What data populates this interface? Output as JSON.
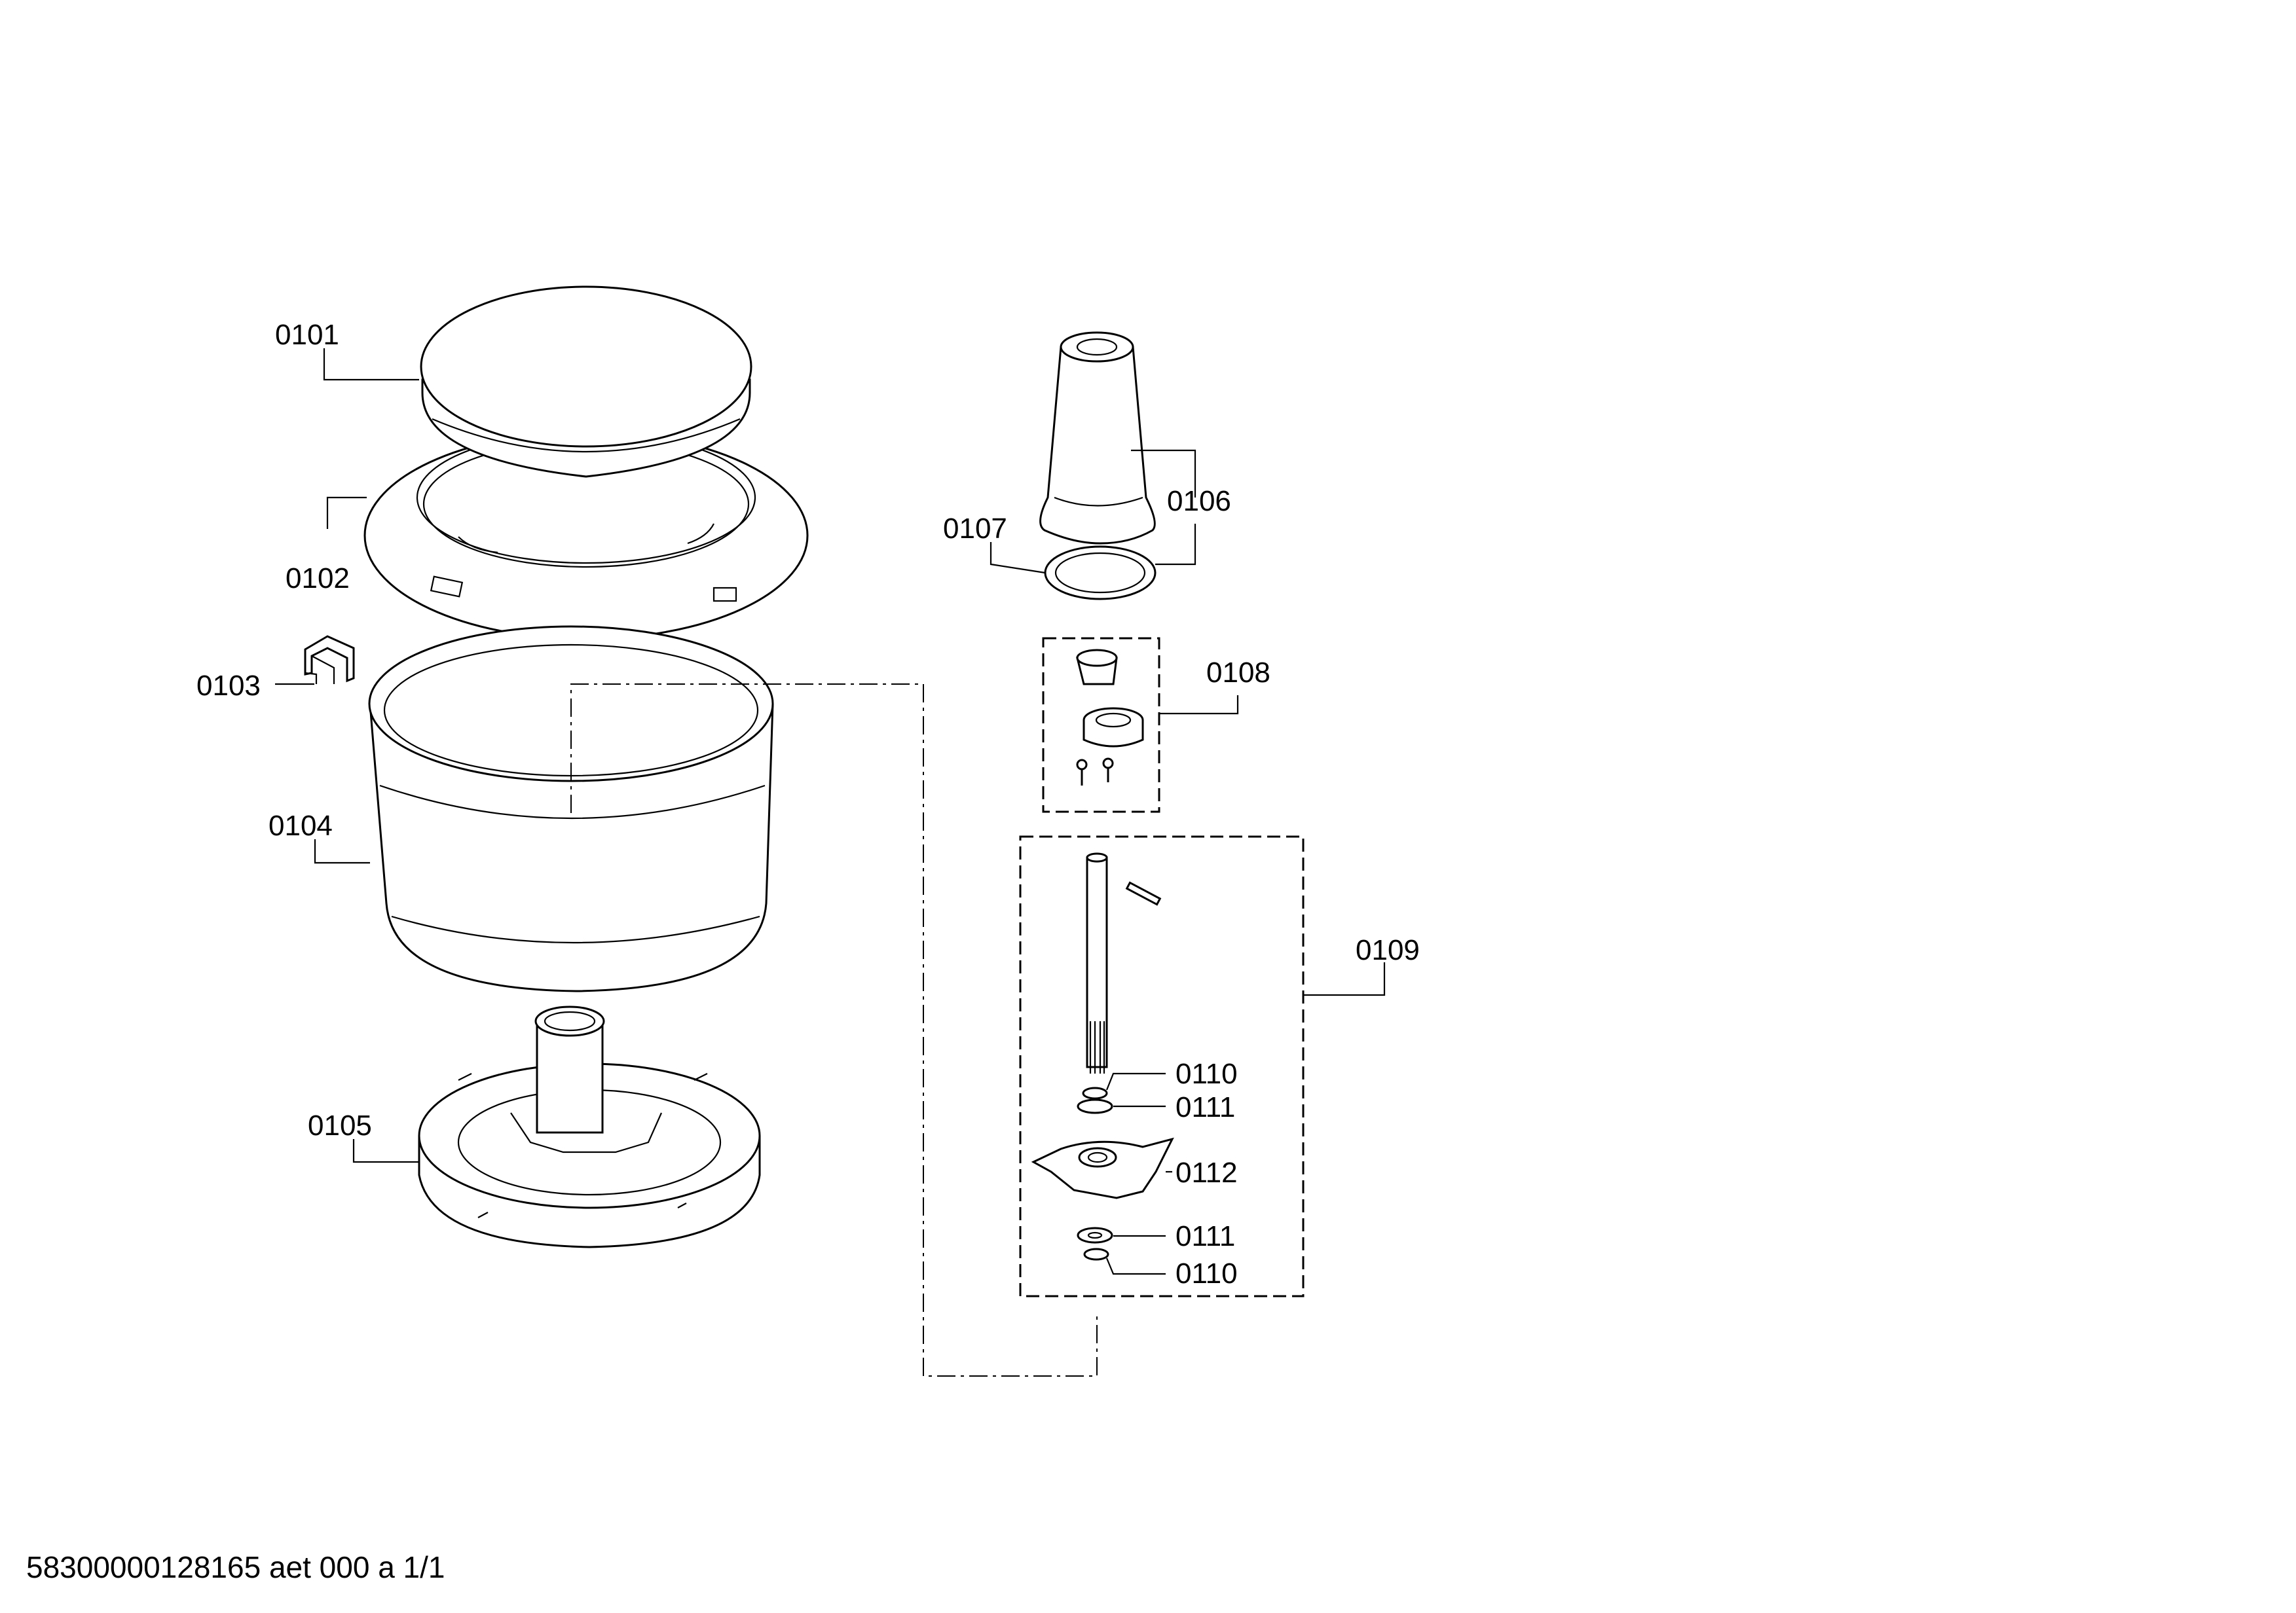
{
  "diagram": {
    "labels": {
      "p0101": "0101",
      "p0102": "0102",
      "p0103": "0103",
      "p0104": "0104",
      "p0105": "0105",
      "p0106": "0106",
      "p0107": "0107",
      "p0108": "0108",
      "p0109": "0109",
      "p0110_a": "0110",
      "p0111_a": "0111",
      "p0112": "0112",
      "p0111_b": "0111",
      "p0110_b": "0110"
    },
    "footer": "58300000128165 aet 000 a 1/1"
  }
}
